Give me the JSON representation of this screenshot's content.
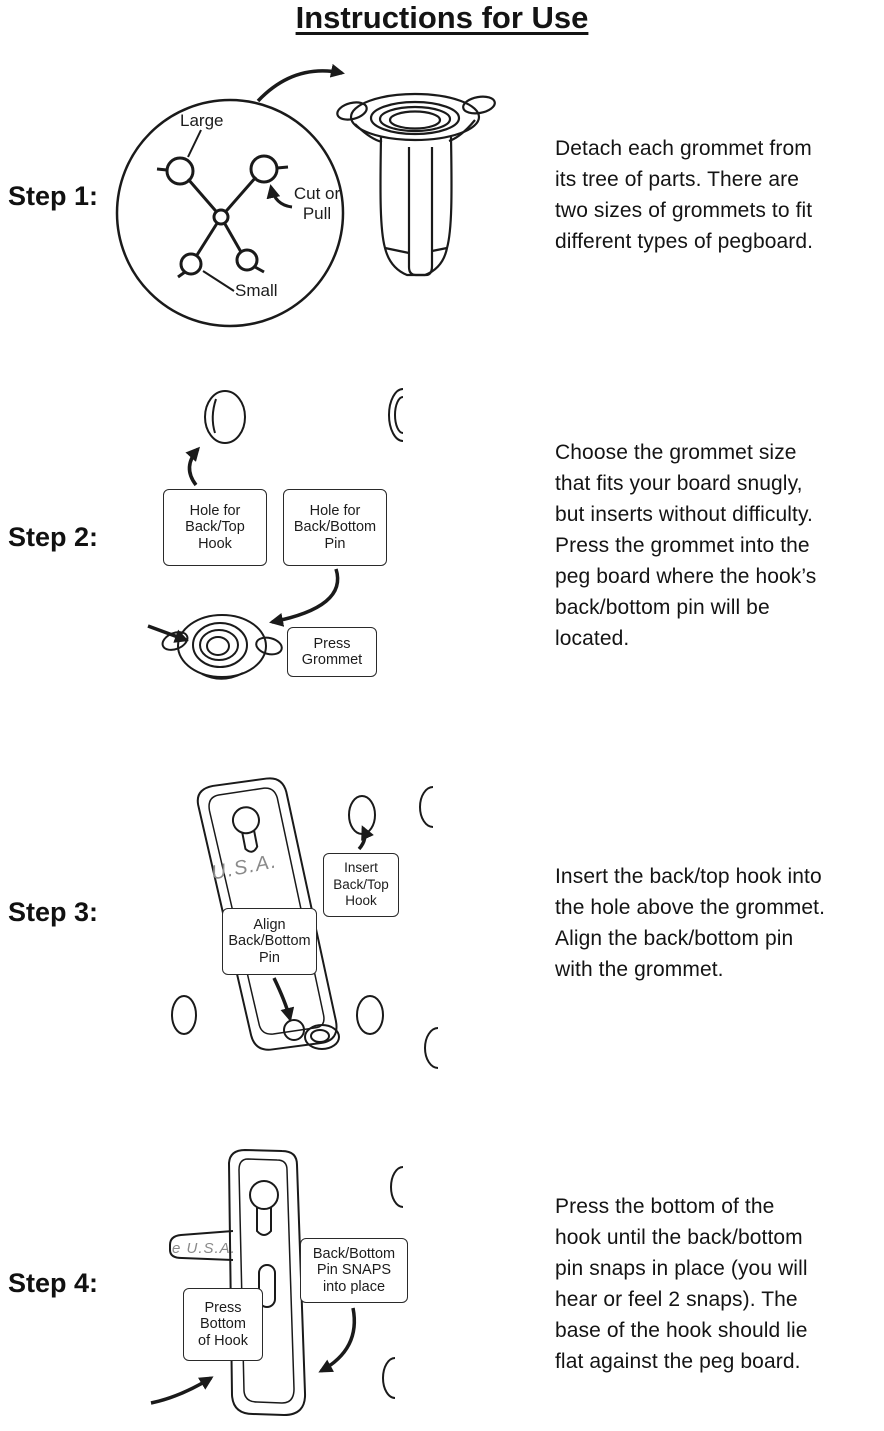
{
  "page": {
    "title": "Instructions for Use"
  },
  "palette": {
    "ink": "#1a1a1a",
    "text": "#141414",
    "background": "#ffffff",
    "embossed_gray": "#8a8a8a"
  },
  "steps": [
    {
      "label": "Step 1:",
      "text": "Detach each grommet from\nits tree of parts. There are\ntwo sizes of grommets to fit\ndifferent types of pegboard.",
      "callouts": {
        "large": "Large",
        "cut_or_pull": "Cut or\nPull",
        "small": "Small"
      }
    },
    {
      "label": "Step 2:",
      "text": "Choose the grommet size\nthat fits your board snugly,\nbut inserts without difficulty.\nPress the grommet into the\npeg board where the hook’s\nback/bottom pin will be\nlocated.",
      "callouts": {
        "hole_for_back_top_hook": "Hole for\nBack/Top\nHook",
        "hole_for_back_bottom_pin": "Hole for\nBack/Bottom\nPin",
        "press_grommet": "Press\nGrommet"
      }
    },
    {
      "label": "Step 3:",
      "text": "Insert the back/top hook into\nthe hole above the grommet.\nAlign the back/bottom pin\nwith the grommet.",
      "callouts": {
        "insert_back_top_hook": "Insert\nBack/Top\nHook",
        "align_back_bottom_pin": "Align\nBack/Bottom\nPin"
      },
      "embossed_text": "U.S.A."
    },
    {
      "label": "Step 4:",
      "text": "Press the bottom of the\nhook until the back/bottom\npin snaps in place (you will\nhear or feel 2 snaps). The\nbase of the hook should lie\nflat against the peg board.",
      "callouts": {
        "back_bottom_pin_snaps": "Back/Bottom\nPin SNAPS\ninto place",
        "press_bottom_of_hook": "Press\nBottom\nof Hook"
      },
      "embossed_text": "e U.S.A."
    }
  ]
}
